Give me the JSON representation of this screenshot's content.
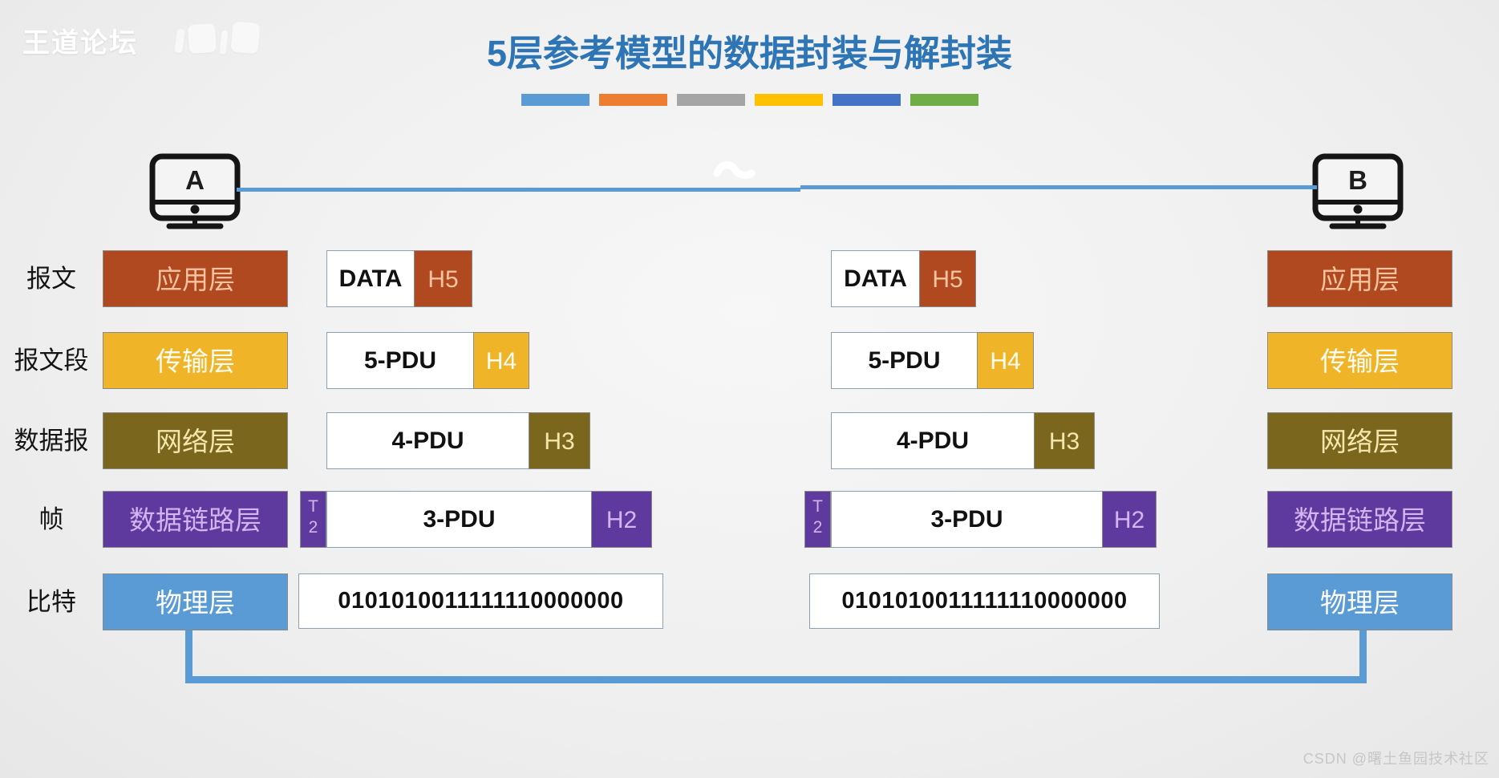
{
  "brand": {
    "topleft_watermark": "王道论坛",
    "csdn_watermark": "CSDN @曙土鱼园技术社区"
  },
  "title": "5层参考模型的数据封装与解封装",
  "accent_bars": [
    "#5B9BD5",
    "#ED7D31",
    "#A5A5A5",
    "#FFC000",
    "#4472C4",
    "#70AD47"
  ],
  "palette": {
    "title_blue": "#2E75B6",
    "application_layer": "#B0491F",
    "transport_layer": "#F0B429",
    "network_layer": "#7A661C",
    "datalink_layer": "#5F3A9E",
    "physical_layer": "#5B9BD5",
    "link_line": "#5B9BD5"
  },
  "hosts": {
    "left_label": "A",
    "right_label": "B"
  },
  "rows": [
    {
      "unit": "报文",
      "layer": "应用层",
      "pdu": "DATA",
      "header": "H5"
    },
    {
      "unit": "报文段",
      "layer": "传输层",
      "pdu": "5-PDU",
      "header": "H4"
    },
    {
      "unit": "数据报",
      "layer": "网络层",
      "pdu": "4-PDU",
      "header": "H3"
    },
    {
      "unit": "帧",
      "layer": "数据链路层",
      "pdu": "3-PDU",
      "header": "H2",
      "trailer_line1": "T",
      "trailer_line2": "2"
    },
    {
      "unit": "比特",
      "layer": "物理层",
      "bits": "0101010011111110000000"
    }
  ]
}
